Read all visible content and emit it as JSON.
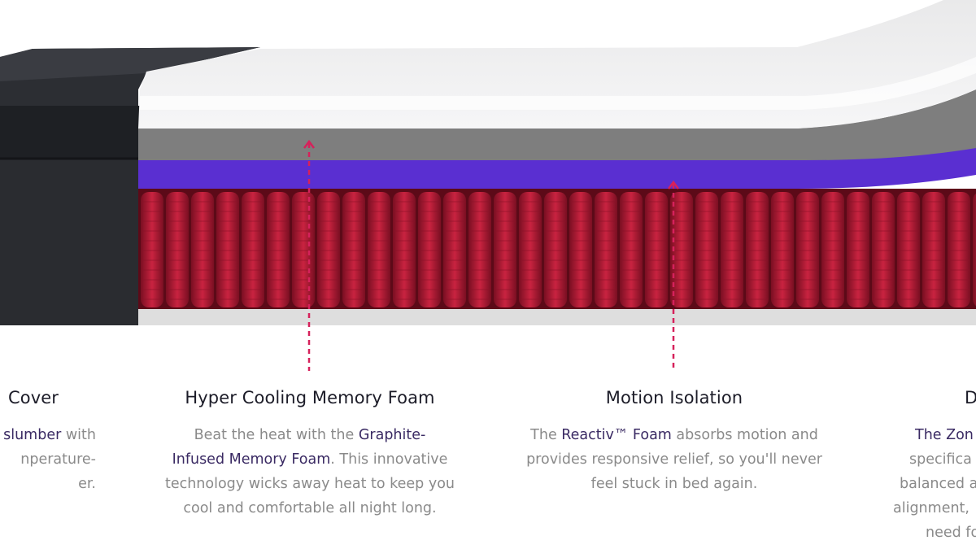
{
  "colors": {
    "accent_arrow": "#d6215b",
    "highlight_text": "#3a2a63",
    "body_text": "#8a8a8a",
    "heading_text": "#1c1c28",
    "coil_red": "#b81c38",
    "purple_foam": "#5a2fd1",
    "graphite_foam": "#7e7e7e",
    "cover_dark": "#2a2c30"
  },
  "features": {
    "left": {
      "title": "Cover",
      "line1_highlight": "slumber",
      "line1_rest": " with",
      "line2": "nperature-",
      "line3": "er."
    },
    "cooling": {
      "title": "Hyper Cooling Memory Foam",
      "t1": "Beat the heat with the ",
      "h1": "Graphite-",
      "h2": "Infused Memory Foam",
      "t2": ". This innovative technology wicks away heat to keep you cool and comfortable all night long."
    },
    "motion": {
      "title": "Motion Isolation",
      "t1": "The ",
      "h1": "Reactiv™ Foam",
      "t2": " absorbs motion and provides responsive relief, so you'll never feel stuck in bed again."
    },
    "right": {
      "title": "D",
      "line1_highlight": "The Zon",
      "line2": "specifica",
      "line3": "balanced a",
      "line4": "alignment,",
      "line5": "need fo"
    }
  }
}
